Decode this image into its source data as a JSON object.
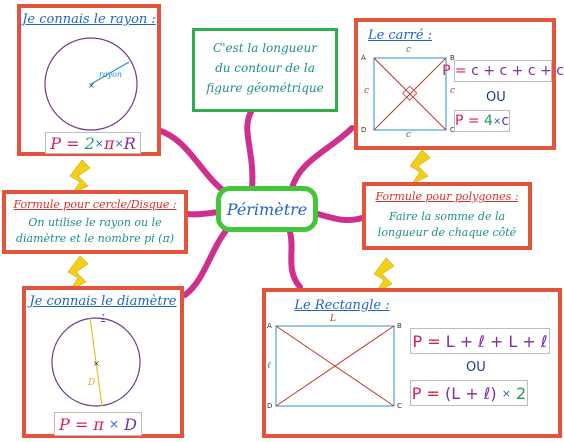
{
  "center": {
    "label": "Périmètre"
  },
  "definition": {
    "text_lines": [
      "C'est la longueur",
      "du contour de la",
      "figure géométrique"
    ]
  },
  "rayon_box": {
    "title": "Je connais le rayon :",
    "radius_label": "rayon",
    "formula": {
      "p": "P",
      "eq": "=",
      "n": "2",
      "x1": "×",
      "pi": "π",
      "x2": "×",
      "r": "R"
    }
  },
  "cercle_box": {
    "title": "Formule pour cercle/Disque :",
    "text_lines": [
      "On utilise le rayon ou le",
      "diamètre et le nombre pi (π)"
    ]
  },
  "diametre_box": {
    "title": "Je connais le diamètre :",
    "diameter_label": "D",
    "formula": {
      "p": "P",
      "eq": "=",
      "pi": "π",
      "x": "×",
      "d": "D"
    }
  },
  "carre_box": {
    "title": "Le carré :",
    "vertices": {
      "a": "A",
      "b": "B",
      "c": "C",
      "d": "D"
    },
    "side_label": "c",
    "formula1": {
      "p": "P",
      "eq": "=",
      "body": "c + c + c + c"
    },
    "or_label": "OU",
    "formula2": {
      "p": "P",
      "eq": "=",
      "n": "4",
      "x": "×",
      "c": "c"
    }
  },
  "polygones_box": {
    "title": "Formule pour polygones :",
    "text_lines": [
      "Faire la somme de la",
      "longueur de chaque côté"
    ]
  },
  "rectangle_box": {
    "title": "Le Rectangle :",
    "vertices": {
      "a": "A",
      "b": "B",
      "c": "C",
      "d": "D"
    },
    "length_label": "L",
    "width_label": "ℓ",
    "formula1": {
      "p": "P",
      "eq": "=",
      "body": "L + ℓ + L + ℓ"
    },
    "or_label": "OU",
    "formula2": {
      "p": "P",
      "eq": "=",
      "body": "(L + ℓ)",
      "x": "×",
      "n": "2"
    }
  },
  "colors": {
    "box_border": "#e2553c",
    "center_border": "#44c63b",
    "connector": "#cf2f8f",
    "definition_border": "#2fae4b",
    "bolt": "#f2cf18"
  }
}
